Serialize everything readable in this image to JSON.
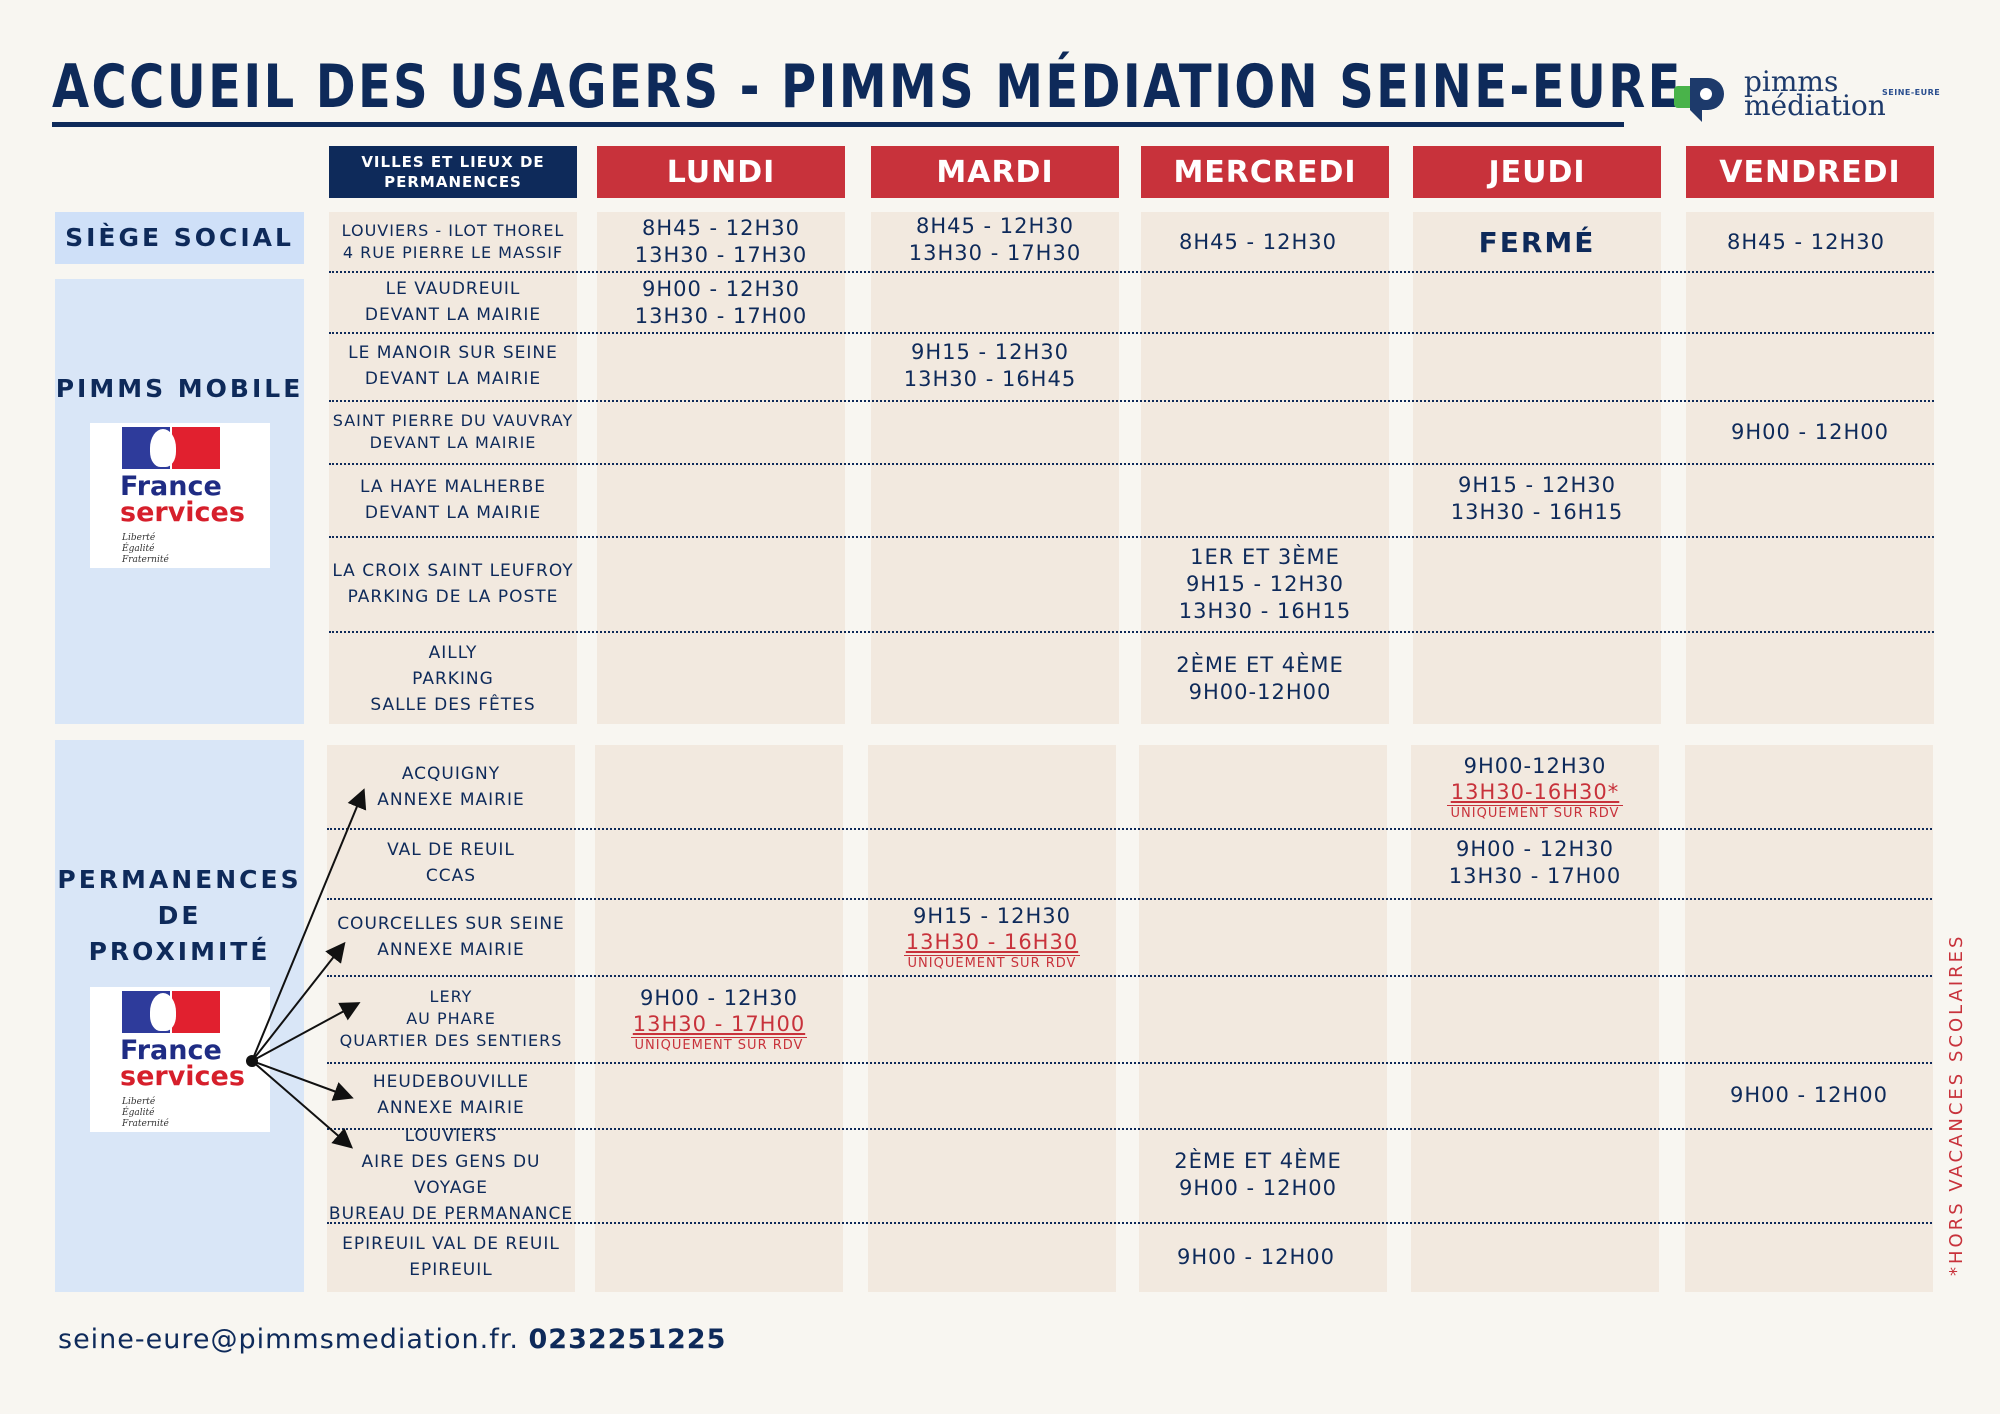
{
  "page": {
    "title": "ACCUEIL DES USAGERS - PIMMS MÉDIATION SEINE-EURE"
  },
  "logo": {
    "line1": "pimms",
    "line2": "médiation",
    "sub": "SEINE-EURE"
  },
  "header": {
    "villes_line1": "VILLES ET LIEUX DE",
    "villes_line2": "PERMANENCES",
    "days": [
      "LUNDI",
      "MARDI",
      "MERCREDI",
      "JEUDI",
      "VENDREDI"
    ]
  },
  "sections": {
    "siege": "SIÈGE SOCIAL",
    "mobile": "PIMMS MOBILE",
    "proximite_line1": "PERMANENCES",
    "proximite_line2": "DE",
    "proximite_line3": "PROXIMITÉ"
  },
  "france_services": {
    "word1": "France",
    "word2": "services",
    "motto1": "Liberté",
    "motto2": "Égalité",
    "motto3": "Fraternité"
  },
  "rows": {
    "louviers_thorel": {
      "loc1": "LOUVIERS - ILOT THOREL",
      "loc2": "4 RUE PIERRE LE MASSIF",
      "lundi1": "8H45 - 12H30",
      "lundi2": "13H30 - 17H30",
      "mardi1": "8H45 - 12H30",
      "mardi2": "13H30 - 17H30",
      "mercredi": "8H45 - 12H30",
      "jeudi": "FERMÉ",
      "vendredi": "8H45 - 12H30"
    },
    "vaudreuil": {
      "loc1": "LE VAUDREUIL",
      "loc2": "DEVANT LA MAIRIE",
      "lundi1": "9H00 - 12H30",
      "lundi2": "13H30 - 17H00"
    },
    "manoir": {
      "loc1": "LE MANOIR SUR SEINE",
      "loc2": "DEVANT LA MAIRIE",
      "mardi1": "9H15 - 12H30",
      "mardi2": "13H30 - 16H45"
    },
    "saint_pierre": {
      "loc1": "SAINT PIERRE DU VAUVRAY",
      "loc2": "DEVANT LA MAIRIE",
      "vendredi": "9H00 - 12H00"
    },
    "haye": {
      "loc1": "LA HAYE MALHERBE",
      "loc2": "DEVANT LA MAIRIE",
      "jeudi1": "9H15 - 12H30",
      "jeudi2": "13H30 - 16H15"
    },
    "croix": {
      "loc1": "LA CROIX SAINT LEUFROY",
      "loc2": "PARKING DE LA POSTE",
      "mercredi1": "1ER ET 3ÈME",
      "mercredi2": "9H15 - 12H30",
      "mercredi3": "13H30 - 16H15"
    },
    "ailly": {
      "loc1": "AILLY",
      "loc2": "PARKING",
      "loc3": "SALLE DES FÊTES",
      "mercredi1": "2ÈME ET 4ÈME",
      "mercredi2": "9H00-12H00"
    },
    "acquigny": {
      "loc1": "ACQUIGNY",
      "loc2": "ANNEXE MAIRIE",
      "jeudi1": "9H00-12H30",
      "jeudi2": "13H30-16H30*",
      "jeudi3": "UNIQUEMENT SUR RDV"
    },
    "val_de_reuil": {
      "loc1": "VAL DE REUIL",
      "loc2": "CCAS",
      "jeudi1": "9H00 - 12H30",
      "jeudi2": "13H30 - 17H00"
    },
    "courcelles": {
      "loc1": "COURCELLES SUR SEINE",
      "loc2": "ANNEXE MAIRIE",
      "mardi1": "9H15 - 12H30",
      "mardi2": "13H30 - 16H30",
      "mardi3": "UNIQUEMENT SUR RDV"
    },
    "lery": {
      "loc1": "LERY",
      "loc2": "AU PHARE",
      "loc3": "QUARTIER DES SENTIERS",
      "lundi1": "9H00 - 12H30",
      "lundi2": "13H30 - 17H00",
      "lundi3": "UNIQUEMENT SUR RDV"
    },
    "heudebouville": {
      "loc1": "HEUDEBOUVILLE",
      "loc2": "ANNEXE MAIRIE",
      "vendredi": "9H00 - 12H00"
    },
    "louviers_gens": {
      "loc1": "LOUVIERS",
      "loc2": "AIRE DES GENS DU VOYAGE",
      "loc3": "BUREAU DE PERMANANCE",
      "mercredi1": "2ÈME ET 4ÈME",
      "mercredi2": "9H00 - 12H00"
    },
    "epireuil": {
      "loc1": "EPIREUIL VAL DE REUIL",
      "loc2": "EPIREUIL",
      "mercredi": "9H00 - 12H00"
    }
  },
  "footer": {
    "email": "seine-eure@pimmsmediation.fr.",
    "phone": "0232251225"
  },
  "note": "*HORS VACANCES SCOLAIRES",
  "colors": {
    "navy": "#0e2a5a",
    "red": "#c8323b",
    "cell_bg": "#f2e9df",
    "panel_bg": "#d9e6f7",
    "page_bg": "#f8f6f1"
  }
}
